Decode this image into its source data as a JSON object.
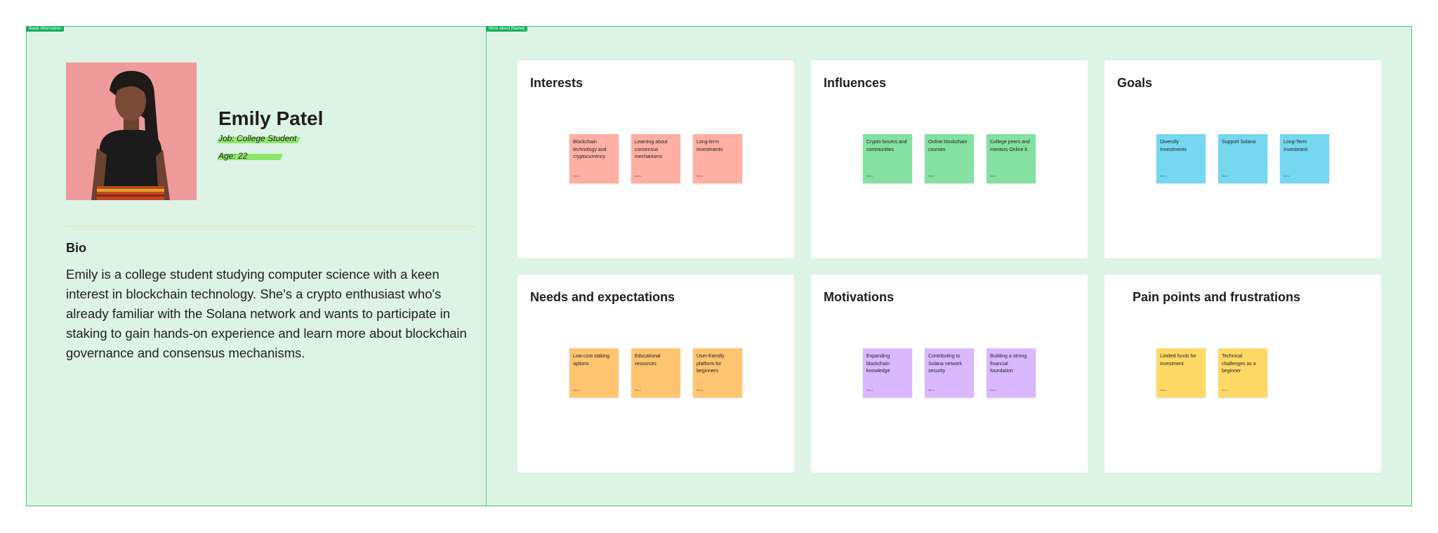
{
  "basic_info": {
    "frame_label": "Basic information",
    "name": "Emily Patel",
    "job": "Job: College Student",
    "age": "Age: 22",
    "bio_title": "Bio",
    "bio_text": "Emily is a college student studying computer science with a keen interest in blockchain technology. She's a crypto enthusiast who's already familiar with the Solana network and wants to participate in staking to gain hands-on experience and learn more about blockchain governance and consensus mechanisms."
  },
  "more_about": {
    "frame_label": "More about [Name]",
    "cards": [
      {
        "title": "Interests",
        "note_color": "#ffafa3",
        "notes": [
          {
            "text": "Blockchain technology and cryptocurrency",
            "author": "Mirro"
          },
          {
            "text": "Learning about consensus mechanisms",
            "author": "Mirro"
          },
          {
            "text": "Long-term investments",
            "author": "Mirro"
          }
        ]
      },
      {
        "title": "Influences",
        "note_color": "#85e0a3",
        "notes": [
          {
            "text": "Crypto forums and communities",
            "author": "Mirro"
          },
          {
            "text": "Online blockchain courses",
            "author": "Mirro"
          },
          {
            "text": "College peers and mentors Online b",
            "author": "Mirro"
          }
        ]
      },
      {
        "title": "Goals",
        "note_color": "#75d7f0",
        "notes": [
          {
            "text": "Diversify Investments",
            "author": "Mirro"
          },
          {
            "text": "Support Solana",
            "author": "Mirro"
          },
          {
            "text": "Long-Term Investment",
            "author": "Mirro"
          }
        ]
      },
      {
        "title": "Needs and expectations",
        "note_color": "#ffc470",
        "notes": [
          {
            "text": "Low-cost staking options",
            "author": "Mirro"
          },
          {
            "text": "Educational resources",
            "author": "Mirro"
          },
          {
            "text": "User-friendly platform for beginners",
            "author": "Mirro"
          }
        ]
      },
      {
        "title": "Motivations",
        "note_color": "#d9b8ff",
        "notes": [
          {
            "text": "Expanding blockchain knowledge",
            "author": "Mirro"
          },
          {
            "text": "Contributing to Solana network security",
            "author": "Mirro"
          },
          {
            "text": "Building a strong financial foundation",
            "author": "Mirro"
          }
        ]
      },
      {
        "title": "Pain points and frustrations",
        "note_color": "#ffd966",
        "notes": [
          {
            "text": "Limited funds for investment",
            "author": "Mirro"
          },
          {
            "text": "Technical challenges as a beginner",
            "author": "Mirro"
          }
        ]
      }
    ]
  },
  "colors": {
    "frame_bg": "#dcf3e6",
    "frame_border": "#4cc27f",
    "highlight": "#8ee86b"
  }
}
